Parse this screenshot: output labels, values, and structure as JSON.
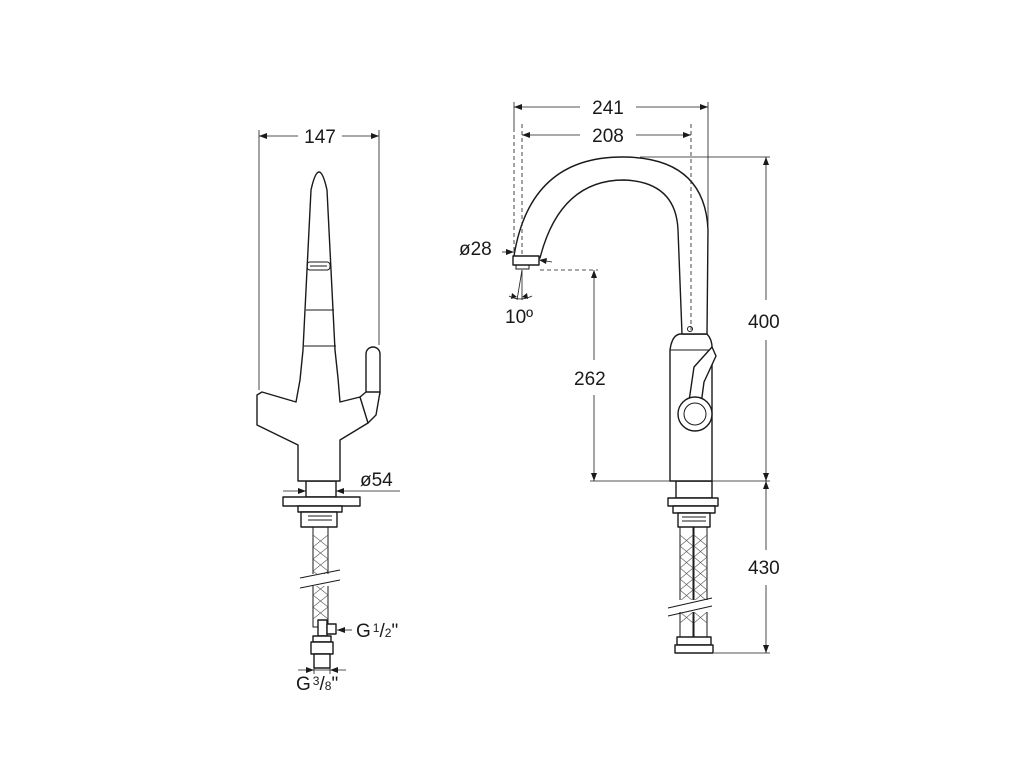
{
  "front_view": {
    "width_label": "147",
    "base_diameter_label": "ø54",
    "inlet_thread": {
      "prefix": "G",
      "num": "1",
      "den": "2",
      "suffix": "\""
    },
    "outlet_thread": {
      "prefix": "G",
      "num": "3",
      "den": "8",
      "suffix": "\""
    }
  },
  "side_view": {
    "reach_outer_label": "241",
    "reach_inner_label": "208",
    "spout_diameter_label": "ø28",
    "spout_angle_label": "10º",
    "spout_clearance_label": "262",
    "height_label": "400",
    "hose_length_label": "430"
  }
}
